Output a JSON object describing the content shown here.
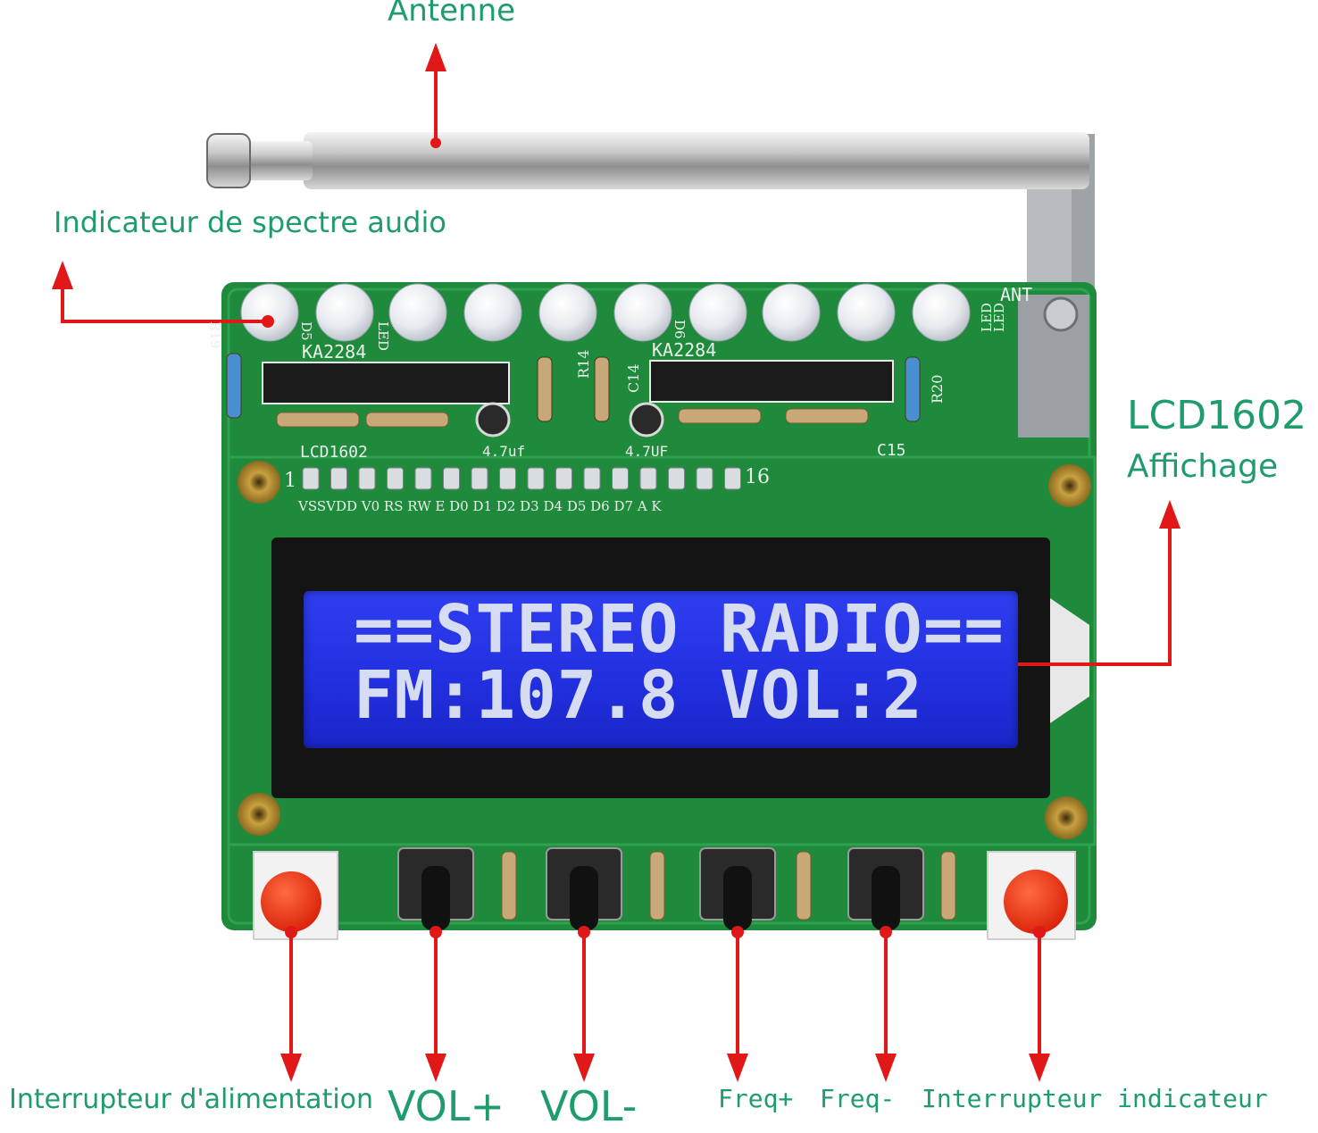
{
  "labels": {
    "antenna": "Antenne",
    "spectrum": "Indicateur de spectre audio",
    "lcd_model": "LCD1602",
    "display": "Affichage",
    "power_switch": "Interrupteur d'alimentation",
    "vol_plus": "VOL+",
    "vol_minus": "VOL-",
    "freq_plus": "Freq+",
    "freq_minus": "Freq-",
    "indicator_switch": "Interrupteur indicateur"
  },
  "lcd": {
    "line1": "==STEREO RADIO==",
    "line2": "FM:107.8 VOL:2"
  },
  "pcb": {
    "ic_left": "KA2284",
    "ic_right": "KA2284",
    "ant": "ANT",
    "lcd_silk": "LCD1602",
    "pin_first": "1",
    "pin_last": "16",
    "pins": "VSSVDD V0  RS  RW  E   D0  D1  D2  D3  D4  D5  D6  D7  A   K",
    "r14": "R14",
    "c14": "C14",
    "r20": "R20",
    "c15": "C15",
    "cap_left": "4.7uf",
    "cap_right": "4.7UF",
    "led_a": "LED",
    "led_b": "LED",
    "led_c": "LED",
    "r19": "R19",
    "d5": "D5",
    "d6": "D6"
  },
  "colors": {
    "label": "#1e9c6c",
    "arrow": "#e01818",
    "pcb": "#1f8a3c",
    "lcd_back": "#2a38e8",
    "lcd_text": "#d6dcf2",
    "button_red": "#f03010"
  }
}
